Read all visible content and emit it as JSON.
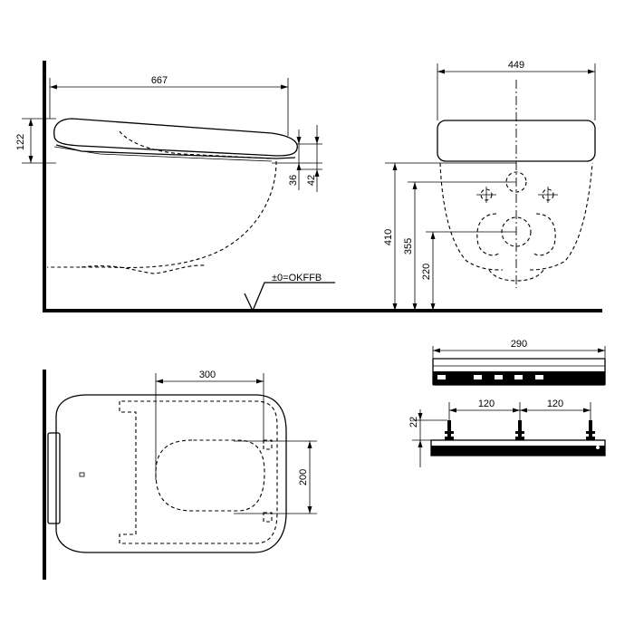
{
  "side_view": {
    "dim_length": "667",
    "dim_height": "122",
    "dim_a": "36",
    "dim_b": "42",
    "floor_label": "±0=OKFFB"
  },
  "front_view": {
    "dim_width": "449",
    "dim_410": "410",
    "dim_355": "355",
    "dim_220": "220"
  },
  "top_view": {
    "dim_300": "300",
    "dim_200": "200"
  },
  "bracket_view": {
    "dim_width": "290",
    "dim_left": "120",
    "dim_right": "120",
    "dim_depth": "22"
  }
}
